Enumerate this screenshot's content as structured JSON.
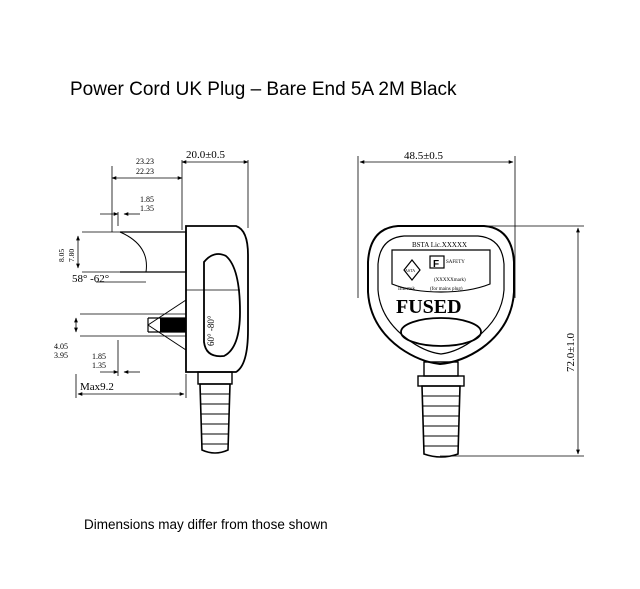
{
  "title": "Power Cord UK Plug – Bare End 5A 2M Black",
  "note": "Dimensions may differ from those shown",
  "side_view": {
    "dim_width_top": "23.23",
    "dim_width_bottom": "22.23",
    "dim_overall": "20.0±0.5",
    "dim_pin_top": "1.85",
    "dim_pin_bottom": "1.35",
    "dim_earth_a": "8.05",
    "dim_earth_b": "7.80",
    "angle_earth": "58° -62°",
    "dim_lower_top": "4.05",
    "dim_lower_bottom": "3.95",
    "dim_lower_pin_top": "1.85",
    "dim_lower_pin_bottom": "1.35",
    "dim_max": "Max9.2",
    "angle_cavity": "60° -80°"
  },
  "front_view": {
    "dim_width": "48.5±0.5",
    "dim_height": "72.0±1.0",
    "label_bsta": "BSTA Lic.XXXXX",
    "label_asta": "ASTA",
    "label_intertek": "Intertek",
    "label_safety": "SAFETY",
    "label_mark": "(XXXXXmark)",
    "label_mains": "(for mains plug)",
    "label_fused": "FUSED"
  },
  "colors": {
    "ink": "#000000",
    "background": "#ffffff",
    "cable_hatch": "#444444"
  }
}
